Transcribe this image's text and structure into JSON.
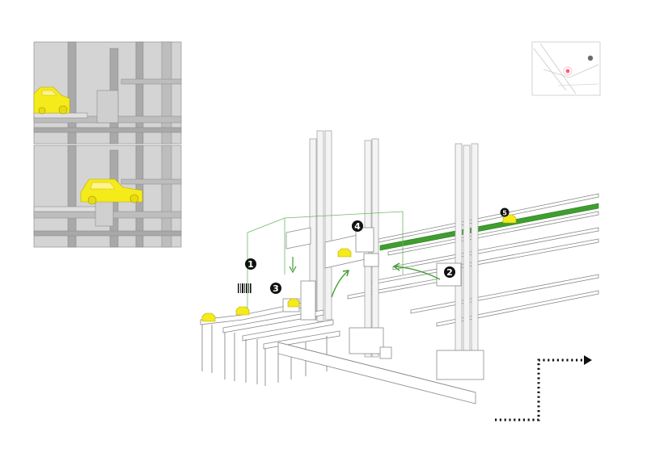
{
  "steps": [
    {
      "label": "1"
    },
    {
      "label": "2"
    },
    {
      "label": "3"
    },
    {
      "label": "4"
    },
    {
      "label": "5"
    }
  ],
  "colors": {
    "accent_green": "#3f9e2f",
    "car_yellow": "#f5ea1a",
    "structure_gray": "#bdbdbd",
    "background": "#ffffff",
    "marker_black": "#111111"
  },
  "icons": {
    "step_marker": "black-circle",
    "flow_arrow": "curved-green-arrow",
    "path_indicator": "dotted-arrow",
    "locator_map": "minimap"
  }
}
